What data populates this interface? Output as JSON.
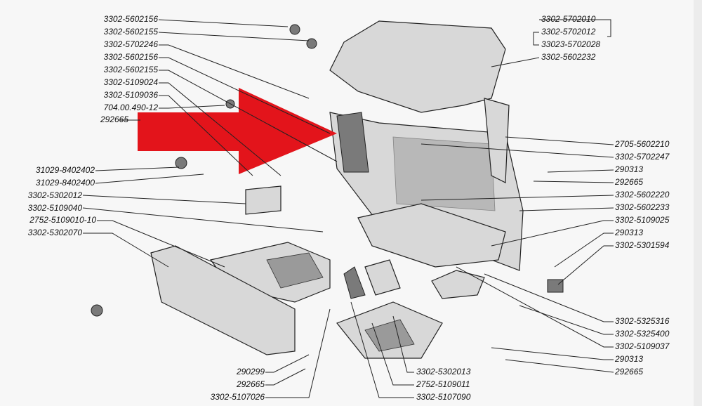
{
  "diagram": {
    "left_top_labels": [
      "3302-5602156",
      "3302-5602155",
      "3302-5702246",
      "3302-5602156",
      "3302-5602155",
      "3302-5109024",
      "3302-5109036",
      "704.00.490-12",
      "292665"
    ],
    "left_mid_labels": [
      "31029-8402402",
      "31029-8402400",
      "3302-5302012",
      "3302-5109040",
      "2752-5109010-10",
      "3302-5302070"
    ],
    "top_right_labels": [
      "3302-5702010",
      "3302-5702012",
      "33023-5702028",
      "3302-5602232"
    ],
    "right_labels": [
      "2705-5602210",
      "3302-5702247",
      "290313",
      "292665",
      "3302-5602220",
      "3302-5602233",
      "3302-5109025",
      "290313",
      "3302-5301594"
    ],
    "right_bottom_labels": [
      "3302-5325316",
      "3302-5325400",
      "3302-5109037",
      "290313",
      "292665"
    ],
    "bottom_left_labels": [
      "290299",
      "292665",
      "3302-5107026"
    ],
    "bottom_right_labels": [
      "3302-5302013",
      "2752-5109011",
      "3302-5107090"
    ],
    "colors": {
      "arrow": "#e3141b",
      "background": "#f7f7f7",
      "ink": "#111111"
    }
  }
}
